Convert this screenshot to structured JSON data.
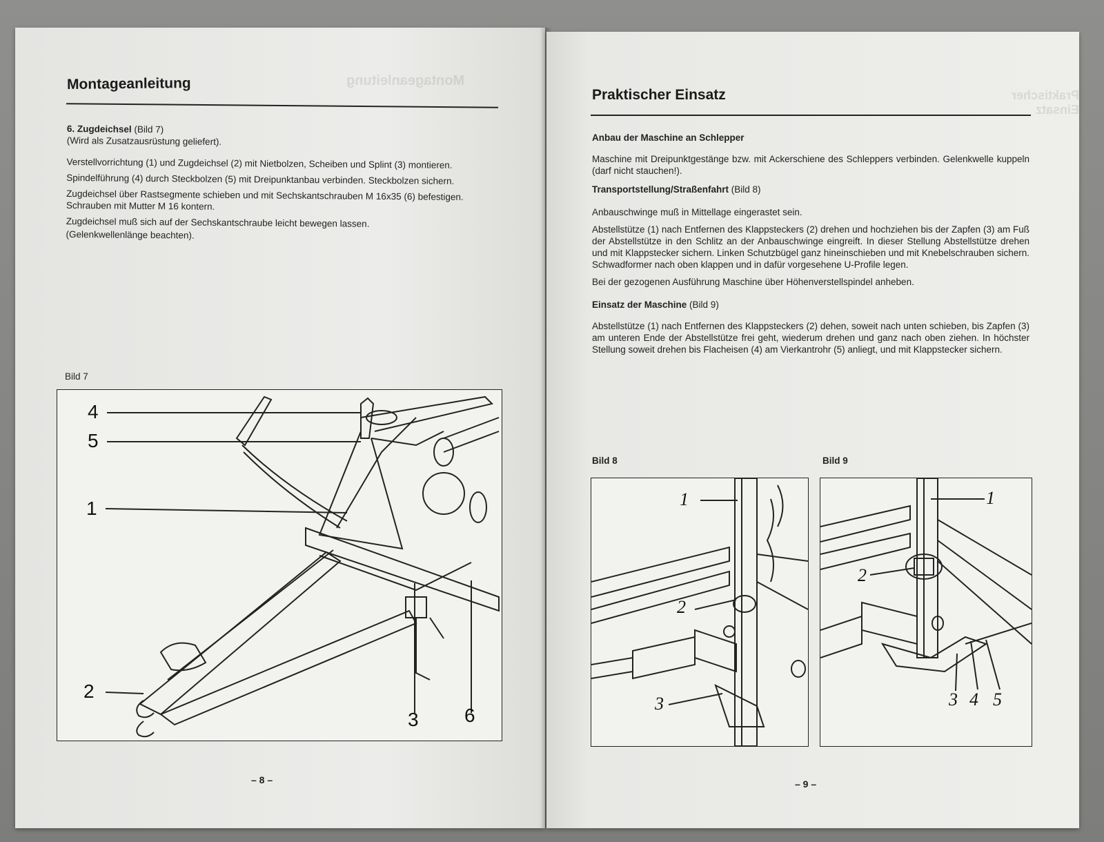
{
  "left_page": {
    "heading": "Montageanleitung",
    "section_title": "6. Zugdeichsel",
    "section_ref": " (Bild 7)",
    "paragraphs": [
      "(Wird als Zusatzausrüstung geliefert).",
      "Verstellvorrichtung (1) und Zugdeichsel (2) mit Nietbolzen, Scheiben und Splint (3) montieren.",
      "Spindelführung (4) durch Steckbolzen (5) mit Dreipunktanbau verbinden. Steckbolzen sichern.",
      "Zugdeichsel über Rastsegmente schieben und mit Sechskantschrauben M 16x35 (6) befestigen. Schrauben mit Mutter M 16 kontern.",
      "Zugdeichsel muß sich auf der Sechskantschraube leicht bewegen lassen.",
      "(Gelenkwellenlänge beachten)."
    ],
    "figure_caption": "Bild 7",
    "figure_labels": [
      "4",
      "5",
      "1",
      "2",
      "3",
      "6"
    ],
    "page_number": "– 8 –"
  },
  "right_page": {
    "heading": "Praktischer Einsatz",
    "sections": [
      {
        "title": "Anbau der Maschine an Schlepper",
        "ref": "",
        "paragraphs": [
          "Maschine mit Dreipunktgestänge bzw. mit Ackerschiene des Schleppers verbinden. Gelenkwelle kuppeln (darf nicht stauchen!)."
        ]
      },
      {
        "title": "Transportstellung/Straßenfahrt",
        "ref": " (Bild 8)",
        "paragraphs": [
          "Anbauschwinge muß in Mittellage eingerastet sein.",
          "Abstellstütze (1) nach Entfernen des Klappsteckers (2) drehen und hochziehen bis der Zapfen (3) am Fuß der Abstellstütze in den Schlitz an der Anbauschwinge eingreift. In dieser Stellung Abstellstütze drehen und mit Klappstecker sichern. Linken Schutzbügel ganz hineinschieben und mit Knebelschrauben sichern. Schwadformer nach oben klappen und in dafür vorgesehene U-Profile legen.",
          "Bei der gezogenen Ausführung Maschine über Höhenverstellspindel anheben."
        ]
      },
      {
        "title": "Einsatz der Maschine",
        "ref": " (Bild 9)",
        "paragraphs": [
          "Abstellstütze (1) nach Entfernen des Klappsteckers (2) dehen, soweit nach unten schieben, bis Zapfen (3) am unteren Ende der Abstellstütze frei geht, wiederum drehen und ganz nach oben ziehen. In höchster Stellung soweit drehen bis Flacheisen (4) am Vierkantrohr (5) anliegt, und mit Klappstecker sichern."
        ]
      }
    ],
    "figure8_caption": "Bild 8",
    "figure8_labels": [
      "1",
      "2",
      "3"
    ],
    "figure9_caption": "Bild 9",
    "figure9_labels": [
      "1",
      "2",
      "3",
      "4",
      "5"
    ],
    "page_number": "– 9 –"
  },
  "ghost_text": {
    "left": "Montageanleitung",
    "right": "Praktischer Einsatz"
  }
}
